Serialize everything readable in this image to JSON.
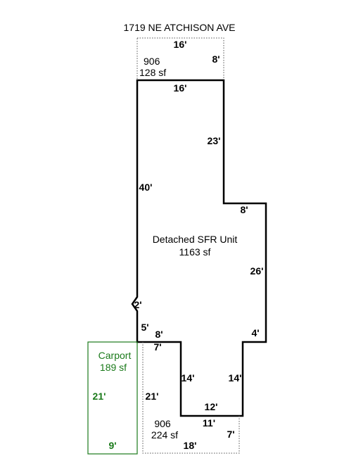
{
  "address": "1719 NE ATCHISON AVE",
  "colors": {
    "main_outline": "#000000",
    "dotted_outline": "#555555",
    "carport": "#1a7a1a",
    "background": "#ffffff"
  },
  "top_area": {
    "code": "906",
    "area": "128 sf",
    "dims": {
      "top": "16'",
      "right": "8'"
    }
  },
  "main_unit": {
    "name": "Detached SFR Unit",
    "area": "1163 sf",
    "dims": {
      "top": "16'",
      "right_upper": "23'",
      "step_top": "8'",
      "right_lower": "26'",
      "left": "40'",
      "notch": "2'",
      "left_lower": "5'",
      "bottom_left": "8'",
      "step_bottom": "4'",
      "inner_left": "14'",
      "inner_right": "14'",
      "inner_bottom": "12'"
    }
  },
  "bottom_area": {
    "code": "906",
    "area": "224 sf",
    "dims": {
      "top": "7'",
      "left": "21'",
      "inner": "11'",
      "right": "7'",
      "bottom": "18'"
    }
  },
  "carport": {
    "name": "Carport",
    "area": "189 sf",
    "dims": {
      "left": "21'",
      "bottom": "9'"
    }
  }
}
